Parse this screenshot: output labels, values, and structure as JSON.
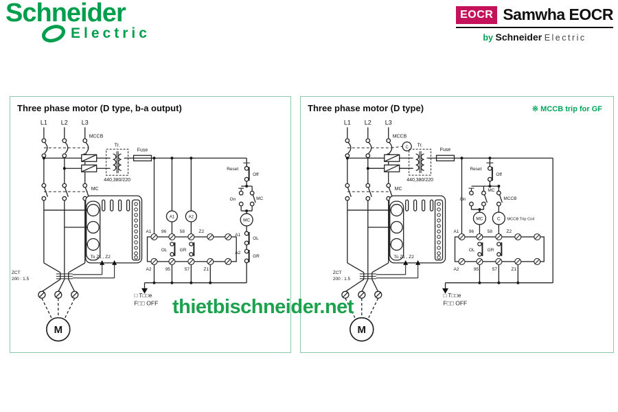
{
  "header": {
    "schneider": {
      "name": "Schneider",
      "sub": "Electric"
    },
    "eocr": {
      "badge": "EOCR",
      "brand": "Samwha EOCR",
      "by": "by",
      "by_brand": "Schneider",
      "by_sub": "Electric"
    }
  },
  "watermark": "thietbischneider.net",
  "colors": {
    "brand_green": "#009E4D",
    "eocr_pink": "#C5135B",
    "panel_border": "#8CC9A6",
    "note_green": "#00A65D",
    "watermark_green": "#1CA24C"
  },
  "left_panel": {
    "title": "Three phase motor (D type, b-a output)",
    "labels": {
      "l1": "L1",
      "l2": "L2",
      "l3": "L3",
      "mccb": "MCCB",
      "tr": "Tr.",
      "voltage": "440,380/220",
      "fuse": "Fuse",
      "mc": "MC",
      "lamp_a1": "A1",
      "lamp_a2": "A2",
      "reset": "Reset",
      "off": "Off",
      "on": "On",
      "mc_aux": "MC",
      "mc_coil": "MC",
      "col_a1": "A1",
      "col_ol": "OL",
      "col_a2": "A2",
      "col_gr": "GR",
      "t_a1": "A1",
      "t_96": "96",
      "t_58": "58",
      "t_z2": "Z2",
      "t_a2": "A2",
      "t_95": "95",
      "t_57": "57",
      "t_z1": "Z1",
      "blk_ol": "OL",
      "blk_gr": "GR",
      "zct": "ZCT",
      "zct_ratio": "200 : 1.5",
      "to_z": "To Z1 , Z2",
      "motor": "M",
      "note1": "□ T□□e",
      "note2": "F□□ OFF"
    }
  },
  "right_panel": {
    "title": "Three phase motor (D type)",
    "gf_note": "※ MCCB trip for GF",
    "labels": {
      "l1": "L1",
      "l2": "L2",
      "l3": "L3",
      "mccb": "MCCB",
      "trip_c": "C",
      "tr": "Tr.",
      "voltage": "440,380/220",
      "fuse": "Fuse",
      "mc": "MC",
      "reset": "Reset",
      "off": "Off",
      "on": "On",
      "mc_aux": "MC",
      "mccb_aux": "MCCB",
      "mc_coil": "MC",
      "c_coil": "C",
      "trip_coil": "MCCB Trip Coil",
      "t_a1": "A1",
      "t_96": "96",
      "t_58": "58",
      "t_z2": "Z2",
      "t_a2": "A2",
      "t_95": "95",
      "t_57": "57",
      "t_z1": "Z1",
      "blk_ol": "OL",
      "blk_gr": "GR",
      "zct": "ZCT",
      "zct_ratio": "200 : 1.5",
      "to_z": "To Z1 , Z2",
      "motor": "M",
      "note1": "□ T□□e",
      "note2": "F□□ OFF"
    }
  }
}
